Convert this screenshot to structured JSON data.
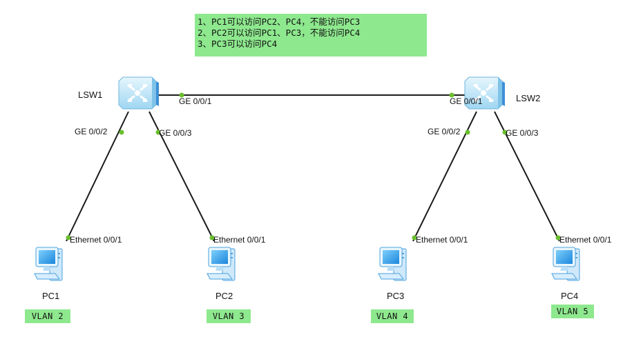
{
  "note": {
    "lines": [
      "1、PC1可以访问PC2、PC4，不能访问PC3",
      "2、PC2可以访问PC1、PC3，不能访问PC4",
      "3、PC3可以访问PC4"
    ]
  },
  "switches": [
    {
      "name": "LSW1"
    },
    {
      "name": "LSW2"
    }
  ],
  "pcs": [
    {
      "name": "PC1",
      "vlan": "VLAN 2"
    },
    {
      "name": "PC2",
      "vlan": "VLAN 3"
    },
    {
      "name": "PC3",
      "vlan": "VLAN 4"
    },
    {
      "name": "PC4",
      "vlan": "VLAN 5"
    }
  ],
  "ports": {
    "lsw1_g001": "GE 0/0/1",
    "lsw2_g001": "GE 0/0/1",
    "lsw1_g002": "GE 0/0/2",
    "lsw1_g003": "GE 0/0/3",
    "lsw2_g002": "GE 0/0/2",
    "lsw2_g003": "GE 0/0/3",
    "pc1_eth": "Ethernet 0/0/1",
    "pc2_eth": "Ethernet 0/0/1",
    "pc3_eth": "Ethernet 0/0/1",
    "pc4_eth": "Ethernet 0/0/1"
  },
  "colors": {
    "note_bg": "#8ee88e",
    "port_dot": "#6abf2e",
    "link": "#1a1a1a",
    "switch_face": "#bfe6f8",
    "pc_blue": "#3fa7e8"
  }
}
